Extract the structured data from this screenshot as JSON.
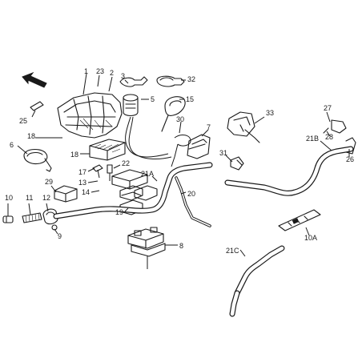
{
  "diagram": {
    "part_numbers": [
      "1",
      "2",
      "3",
      "5",
      "6",
      "7",
      "8",
      "9",
      "10",
      "10A",
      "11",
      "12",
      "13",
      "14",
      "15",
      "17",
      "18",
      "18",
      "19",
      "20",
      "21A",
      "21B",
      "21C",
      "22",
      "23",
      "25",
      "26",
      "27",
      "28",
      "29",
      "30",
      "31",
      "32",
      "33"
    ]
  }
}
